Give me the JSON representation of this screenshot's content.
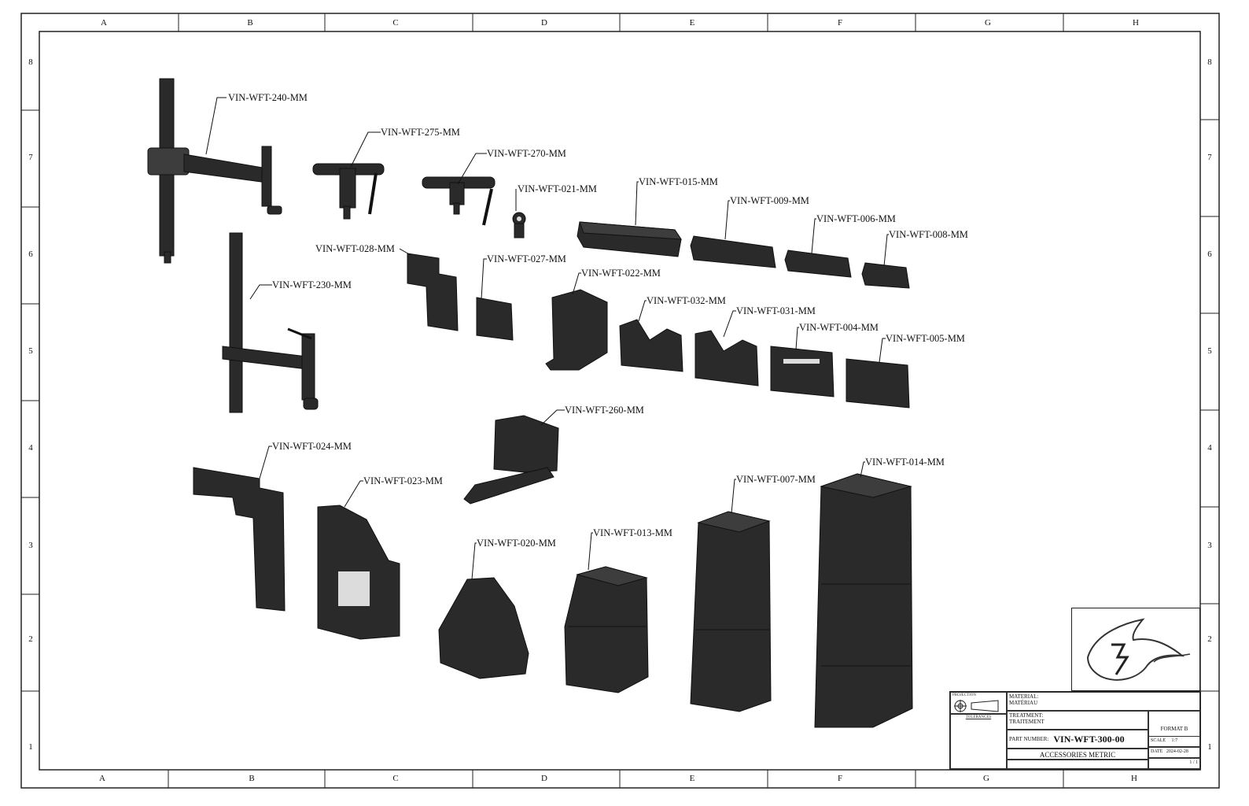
{
  "drawing": {
    "zones_top": [
      "A",
      "B",
      "C",
      "D",
      "E",
      "F",
      "G",
      "H"
    ],
    "zones_bottom": [
      "A",
      "B",
      "C",
      "D",
      "E",
      "F",
      "G",
      "H"
    ],
    "rows_left": [
      "8",
      "7",
      "6",
      "5",
      "4",
      "3",
      "2",
      "1"
    ],
    "rows_right": [
      "8",
      "7",
      "6",
      "5",
      "4",
      "3",
      "2",
      "1"
    ]
  },
  "callouts": [
    {
      "id": "240",
      "text": "VIN-WFT-240-MM"
    },
    {
      "id": "275",
      "text": "VIN-WFT-275-MM"
    },
    {
      "id": "270",
      "text": "VIN-WFT-270-MM"
    },
    {
      "id": "021",
      "text": "VIN-WFT-021-MM"
    },
    {
      "id": "015",
      "text": "VIN-WFT-015-MM"
    },
    {
      "id": "009",
      "text": "VIN-WFT-009-MM"
    },
    {
      "id": "006",
      "text": "VIN-WFT-006-MM"
    },
    {
      "id": "008",
      "text": "VIN-WFT-008-MM"
    },
    {
      "id": "028",
      "text": "VIN-WFT-028-MM"
    },
    {
      "id": "027",
      "text": "VIN-WFT-027-MM"
    },
    {
      "id": "022",
      "text": "VIN-WFT-022-MM"
    },
    {
      "id": "230",
      "text": "VIN-WFT-230-MM"
    },
    {
      "id": "032",
      "text": "VIN-WFT-032-MM"
    },
    {
      "id": "031",
      "text": "VIN-WFT-031-MM"
    },
    {
      "id": "004",
      "text": "VIN-WFT-004-MM"
    },
    {
      "id": "005",
      "text": "VIN-WFT-005-MM"
    },
    {
      "id": "260",
      "text": "VIN-WFT-260-MM"
    },
    {
      "id": "024",
      "text": "VIN-WFT-024-MM"
    },
    {
      "id": "023",
      "text": "VIN-WFT-023-MM"
    },
    {
      "id": "014",
      "text": "VIN-WFT-014-MM"
    },
    {
      "id": "007",
      "text": "VIN-WFT-007-MM"
    },
    {
      "id": "020",
      "text": "VIN-WFT-020-MM"
    },
    {
      "id": "013",
      "text": "VIN-WFT-013-MM"
    }
  ],
  "title_block": {
    "projection": "PROJECTION",
    "tolerances": "TOLERANCES",
    "material_en": "MATERIAL:",
    "material_fr": "MATÉRIAU",
    "treatment_en": "TREATMENT:",
    "treatment_fr": "TRAITEMENT",
    "part_number_label": "PART NUMBER:",
    "part_number": "VIN-WFT-300-00",
    "description": "ACCESSORIES METRIC",
    "format": "FORMAT B",
    "scale_label": "SCALE",
    "scale": "1:7",
    "date_label": "DATE",
    "date": "2024-02-28",
    "sheet": "1 / 1"
  }
}
